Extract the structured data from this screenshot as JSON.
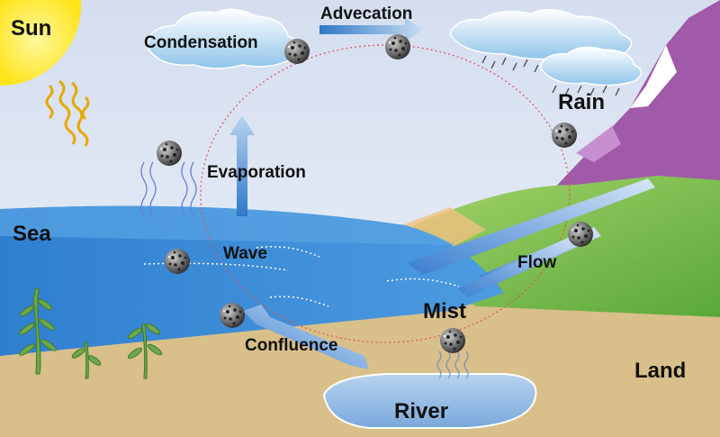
{
  "labels": {
    "sun": "Sun",
    "sea": "Sea",
    "condensation": "Condensation",
    "advecation": "Advecation",
    "rain": "Rain",
    "evaporation": "Evaporation",
    "wave": "Wave",
    "flow": "Flow",
    "mist": "Mist",
    "confluence": "Confluence",
    "land": "Land",
    "river": "River"
  },
  "colors": {
    "sky": "#dce6f2",
    "sun": "#ffee44",
    "sea": "#2f7fd0",
    "sand": "#d9bf8a",
    "grass": "#7cc04a",
    "mountain": "#a05aa8",
    "river": "#8cb4e0",
    "arrow": "#3a7ed0",
    "cycle_path": "#e05050"
  },
  "icons": {
    "particle": "microplastic-particle-icon",
    "sun": "sun-icon",
    "cloud": "cloud-icon",
    "seaweed": "seaweed-icon"
  }
}
